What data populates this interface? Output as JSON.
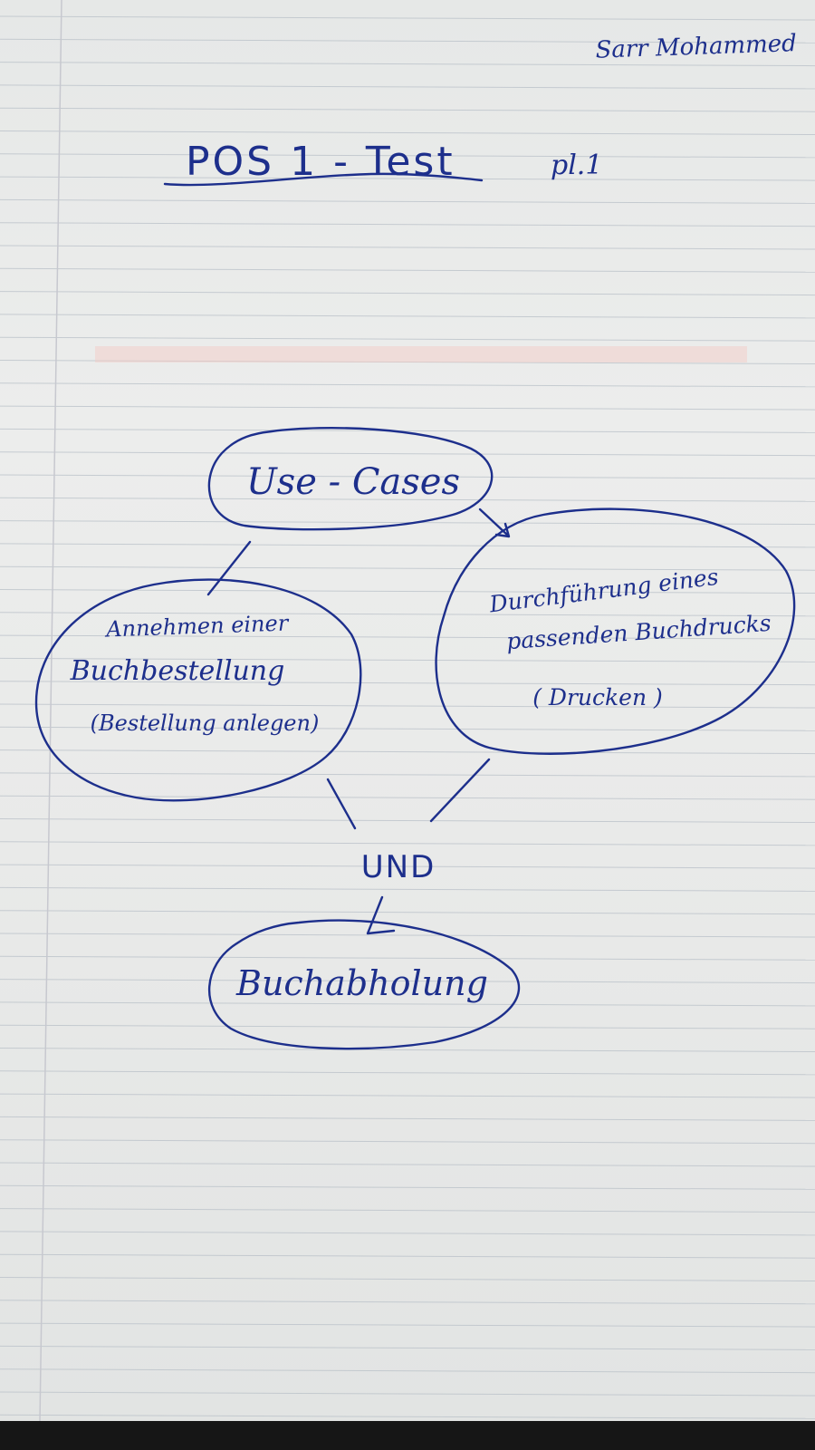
{
  "author": "Sarr Mohammed",
  "header": {
    "title": "POS 1 - Test",
    "page_label": "pl.1"
  },
  "diagram": {
    "root": "Use - Cases",
    "case_left": {
      "lines": [
        "Annehmen einer",
        "Buchbestellung",
        "(Bestellung anlegen)"
      ]
    },
    "case_right": {
      "lines": [
        "Durchführung eines",
        "passenden Buchdrucks",
        "( Drucken )"
      ]
    },
    "connector": "UND",
    "result": "Buchabholung"
  },
  "colors": {
    "ink": "#1d2f8c",
    "paper": "#e8e9e8",
    "ruled_line": "#b9c0c8",
    "margin_line": "#c9c9cf"
  }
}
